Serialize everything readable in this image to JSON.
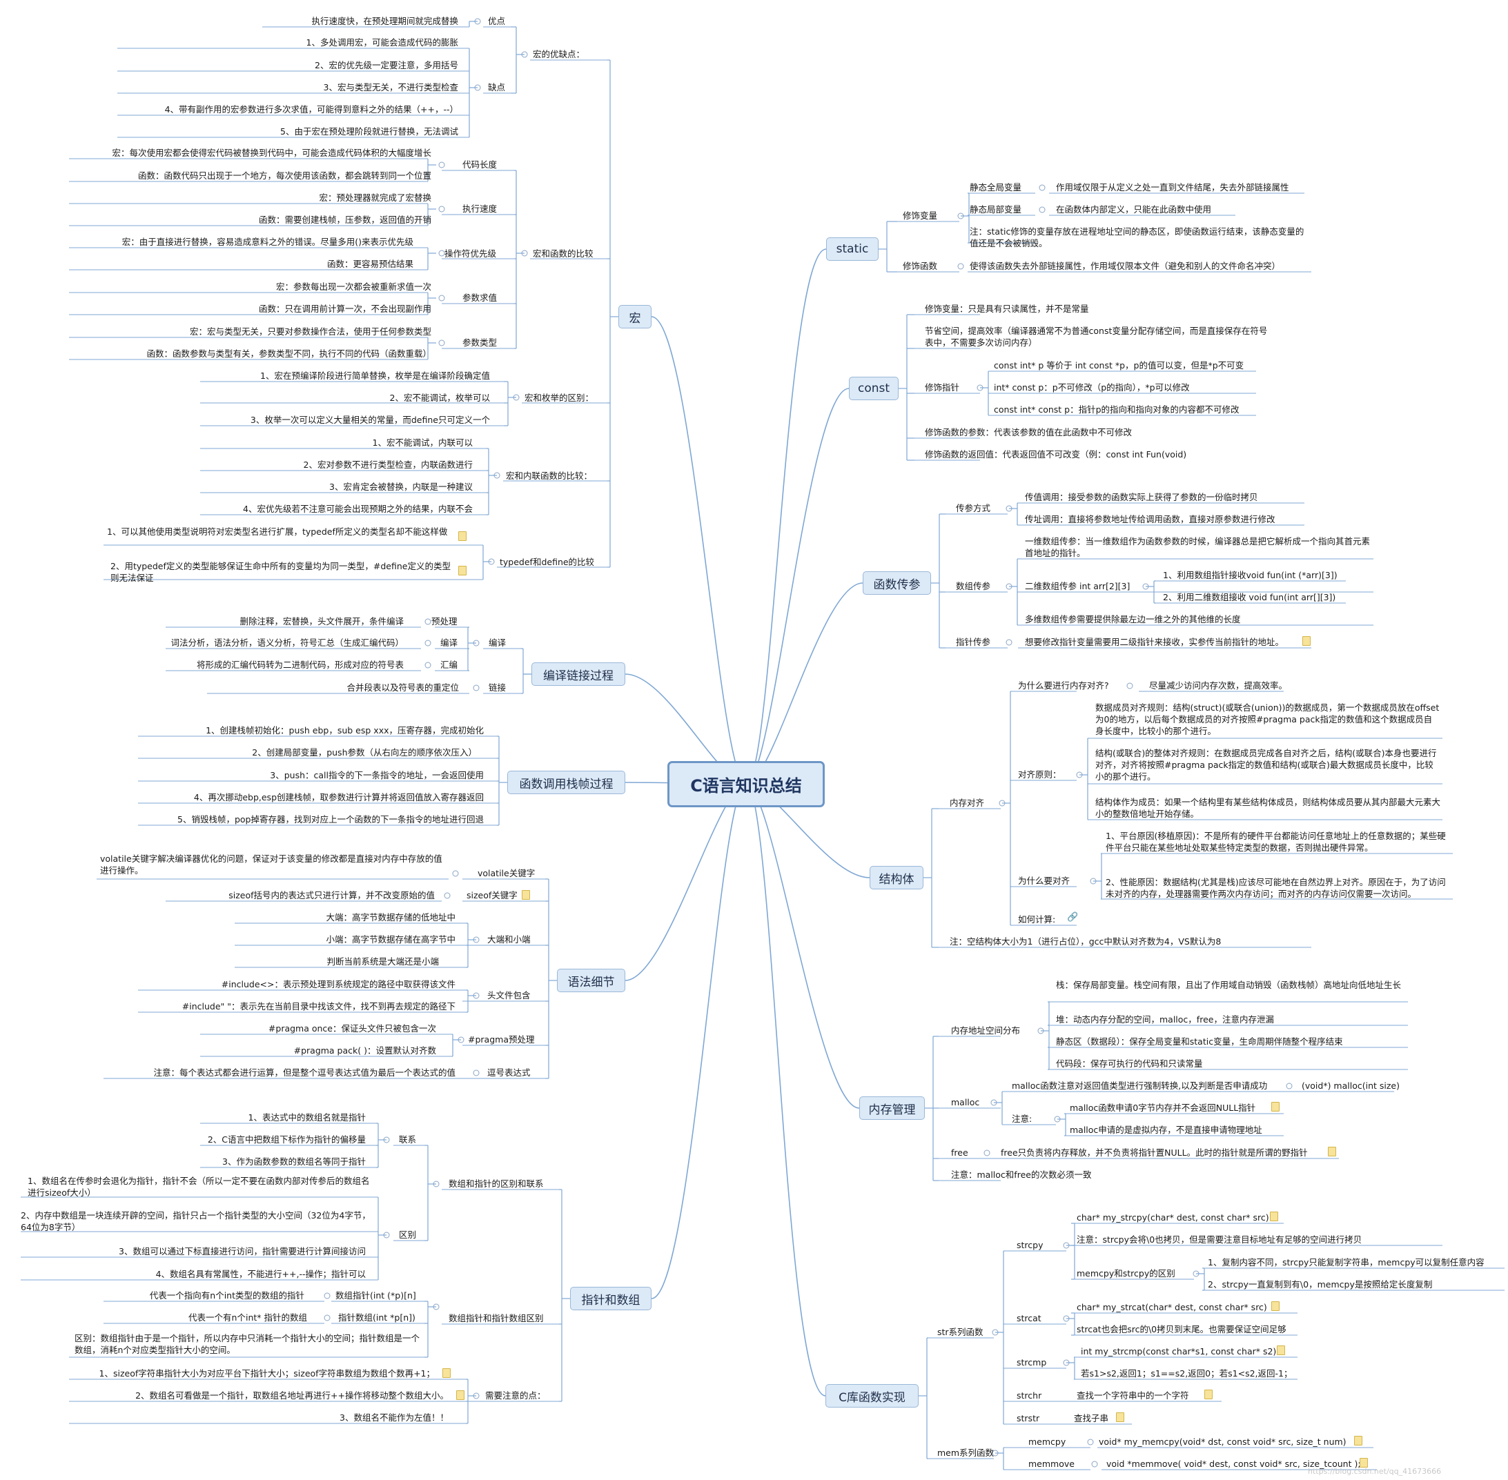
{
  "title": "C语言知识总结",
  "watermark": "https://blog.csdn.net/qq_41673666",
  "b_macro": "宏",
  "m1": "宏的优缺点：",
  "m1a": "优点",
  "m1a1": "执行速度快，在预处理期间就完成替换",
  "m1b": "缺点",
  "m1b1": "1、多处调用宏，可能会造成代码的膨胀",
  "m1b2": "2、宏的优先级一定要注意，多用括号",
  "m1b3": "3、宏与类型无关，不进行类型检查",
  "m1b4": "4、带有副作用的宏参数进行多次求值，可能得到意料之外的结果（++，--）",
  "m1b5": "5、由于宏在预处理阶段就进行替换，无法调试",
  "m2": "宏和函数的比较",
  "m2a": "代码长度",
  "m2a1": "宏：每次使用宏都会使得宏代码被替换到代码中，可能会造成代码体积的大幅度增长",
  "m2a2": "函数：函数代码只出现于一个地方，每次使用该函数，都会跳转到同一个位置",
  "m2b": "执行速度",
  "m2b1": "宏：预处理器就完成了宏替换",
  "m2b2": "函数：需要创建栈帧，压参数，返回值的开销",
  "m2c": "操作符优先级",
  "m2c1": "宏：由于直接进行替换，容易造成意料之外的错误。尽量多用()来表示优先级",
  "m2c2": "函数：更容易预估结果",
  "m2d": "参数求值",
  "m2d1": "宏：参数每出现一次都会被重新求值一次",
  "m2d2": "函数：只在调用前计算一次，不会出现副作用",
  "m2e": "参数类型",
  "m2e1": "宏：宏与类型无关，只要对参数操作合法，使用于任何参数类型",
  "m2e2": "函数：函数参数与类型有关，参数类型不同，执行不同的代码（函数重载）",
  "m3": "宏和枚举的区别：",
  "m3a": "1、宏在预编译阶段进行简单替换，枚举是在编译阶段确定值",
  "m3b": "2、宏不能调试，枚举可以",
  "m3c": "3、枚举一次可以定义大量相关的常量，而define只可定义一个",
  "m4": "宏和内联函数的比较：",
  "m4a": "1、宏不能调试，内联可以",
  "m4b": "2、宏对参数不进行类型检查，内联函数进行",
  "m4c": "3、宏肯定会被替换，内联是一种建议",
  "m4d": "4、宏优先级若不注意可能会出现预期之外的结果，内联不会",
  "m5": "typedef和define的比较",
  "m5a": "1、可以其他使用类型说明符对宏类型名进行扩展，typedef所定义的类型名却不能这样做",
  "m5b": "2、用typedef定义的类型能够保证生命中所有的变量均为同一类型，#define定义的类型则无法保证",
  "b_compile": "编译链接过程",
  "c1": "预处理",
  "c1a": "删除注释，宏替换，头文件展开，条件编译",
  "c2": "编译",
  "c2a": "词法分析，语法分析，语义分析，符号汇总（生成汇编代码）",
  "c3": "汇编",
  "c3a": "将形成的汇编代码转为二进制代码，形成对应的符号表",
  "c4": "链接",
  "c4a": "合并段表以及符号表的重定位",
  "b_stack": "函数调用栈帧过程",
  "s1": "1、创建栈帧初始化：push ebp，sub esp xxx，压寄存器，完成初始化",
  "s2": "2、创建局部变量，push参数（从右向左的顺序依次压入）",
  "s3": "3、push：call指令的下一条指令的地址，一会返回使用",
  "s4": "4、再次挪动ebp,esp创建栈帧，取参数进行计算并将返回值放入寄存器返回",
  "s5": "5、销毁栈帧，pop掉寄存器，找到对应上一个函数的下一条指令的地址进行回退",
  "b_syntax": "语法细节",
  "y1": "volatile关键字",
  "y1a": "volatile关键字解决编译器优化的问题，保证对于该变量的修改都是直接对内存中存放的值进行操作。",
  "y2": "sizeof关键字",
  "y2a": "sizeof括号内的表达式只进行计算，并不改变原始的值",
  "y3": "大端和小端",
  "y3a": "大端：高字节数据存储的低地址中",
  "y3b": "小端：高字节数据存储在高字节中",
  "y3c": "判断当前系统是大端还是小端",
  "y4": "头文件包含",
  "y4a": "#include<>：表示预处理到系统规定的路径中取获得该文件",
  "y4b": "#include\" \"：表示先在当前目录中找该文件，找不到再去规定的路径下",
  "y5": "#pragma预处理",
  "y5a": "#pragma once：保证头文件只被包含一次",
  "y5b": "#pragma pack( )：设置默认对齐数",
  "y6": "逗号表达式",
  "y6a": "注意：每个表达式都会进行运算，但是整个逗号表达式值为最后一个表达式的值",
  "b_pointer": "指针和数组",
  "p1": "数组和指针的区别和联系",
  "p1a": "联系",
  "p1a1": "1、表达式中的数组名就是指针",
  "p1a2": "2、C语言中把数组下标作为指针的偏移量",
  "p1a3": "3、作为函数参数的数组名等同于指针",
  "p1b": "区别",
  "p1b1": "1、数组名在传参时会退化为指针，指针不会（所以一定不要在函数内部对传参后的数组名进行sizeof大小）",
  "p1b2": "2、内存中数组是一块连续开辟的空间，指针只占一个指针类型的大小空间（32位为4字节，64位为8字节）",
  "p1b3": "3、数组可以通过下标直接进行访问，指针需要进行计算间接访问",
  "p1b4": "4、数组名具有常属性，不能进行++,--操作；指针可以",
  "p2": "数组指针和指针数组区别",
  "p2a": "数组指针(int (*p)[n]",
  "p2a1": "代表一个指向有n个int类型的数组的指针",
  "p2b": "指针数组(int *p[n])",
  "p2b1": "代表一个有n个int* 指针的数组",
  "p2c": "区别：数组指针由于是一个指针，所以内存中只消耗一个指针大小的空间；指针数组是一个数组，消耗n个对应类型指针大小的空间。",
  "p3": "需要注意的点：",
  "p3a": "1、sizeof字符串指针大小为对应平台下指针大小；sizeof字符串数组为数组个数再+1；",
  "p3b": "2、数组名可看做是一个指针，取数组名地址再进行++操作将移动整个数组大小。",
  "p3c": "3、数组名不能作为左值！！",
  "b_static": "static",
  "st1": "修饰变量",
  "st1a": "静态全局变量",
  "st1a1": "作用域仅限于从定义之处一直到文件结尾，失去外部链接属性",
  "st1b": "静态局部变量",
  "st1b1": "在函数体内部定义，只能在此函数中使用",
  "st1c": "注：static修饰的变量存放在进程地址空间的静态区，即使函数运行结束，该静态变量的值还是不会被销毁。",
  "st2": "修饰函数",
  "st2a": "使得该函数失去外部链接属性，作用域仅限本文件（避免和别人的文件命名冲突）",
  "b_const": "const",
  "co1": "修饰变量：只是具有只读属性，并不是常量",
  "co2": "节省空间，提高效率（编译器通常不为普通const变量分配存储空间，而是直接保存在符号表中，不需要多次访问内存）",
  "co3": "修饰指针",
  "co3a": "const int* p 等价于 int const *p，p的值可以变，但是*p不可变",
  "co3b": "int* const p：p不可修改（p的指向），*p可以修改",
  "co3c": "const int* const p：指针p的指向和指向对象的内容都不可修改",
  "co4": "修饰函数的参数：代表该参数的值在此函数中不可修改",
  "co5": "修饰函数的返回值：代表返回值不可改变（例：const int Fun(void)",
  "b_param": "函数传参",
  "f1": "传参方式",
  "f1a": "传值调用：接受参数的函数实际上获得了参数的一份临时拷贝",
  "f1b": "传址调用：直接将参数地址传给调用函数，直接对原参数进行修改",
  "f2": "数组传参",
  "f2a": "一维数组传参：当一维数组作为函数参数的时候，编译器总是把它解析成一个指向其首元素首地址的指针。",
  "f2b": "二维数组传参 int arr[2][3]",
  "f2b1": "1、利用数组指针接收void fun(int (*arr)[3])",
  "f2b2": "2、利用二维数组接收 void fun(int arr[][3])",
  "f2c": "多维数组传参需要提供除最左边一维之外的其他维的长度",
  "f3": "指针传参",
  "f3a": "想要修改指针变量需要用二级指针来接收，实参传当前指针的地址。",
  "b_struct": "结构体",
  "sa": "内存对齐",
  "sa1": "为什么要进行内存对齐?",
  "sa1a": "尽量减少访问内存次数，提高效率。",
  "sa2": "对齐原则：",
  "sa2a": "数据成员对齐规则：结构(struct)(或联合(union))的数据成员，第一个数据成员放在offset为0的地方，以后每个数据成员的对齐按照#pragma pack指定的数值和这个数据成员自身长度中，比较小的那个进行。",
  "sa2b": "结构(或联合)的整体对齐规则：在数据成员完成各自对齐之后，结构(或联合)本身也要进行对齐，对齐将按照#pragma pack指定的数值和结构(或联合)最大数据成员长度中，比较小的那个进行。",
  "sa2c": "结构体作为成员：如果一个结构里有某些结构体成员，则结构体成员要从其内部最大元素大小的整数倍地址开始存储。",
  "sa3": "为什么要对齐",
  "sa3a": "1、平台原因(移植原因)：不是所有的硬件平台都能访问任意地址上的任意数据的；某些硬件平台只能在某些地址处取某些特定类型的数据，否则抛出硬件异常。",
  "sa3b": "2、性能原因：数据结构(尤其是栈)应该尽可能地在自然边界上对齐。原因在于，为了访问未对齐的内存，处理器需要作两次内存访问；而对齐的内存访问仅需要一次访问。",
  "sa4": "如何计算:",
  "sb": "注：空结构体大小为1（进行占位），gcc中默认对齐数为4，VS默认为8",
  "b_memory": "内存管理",
  "me1": "内存地址空间分布",
  "me1a": "栈：保存局部变量。栈空间有限，且出了作用域自动销毁（函数栈帧）高地址向低地址生长",
  "me1b": "堆：动态内存分配的空间，malloc，free，注意内存泄漏",
  "me1c": "静态区（数据段）：保存全局变量和static变量，生命周期伴随整个程序结束",
  "me1d": "代码段：保存可执行的代码和只读常量",
  "me2": "malloc",
  "me2a": "malloc函数注意对返回值类型进行强制转换,以及判断是否申请成功",
  "me2a1": "(void*) malloc(int size)",
  "me2b": "注意:",
  "me2b1": "malloc函数申请0字节内存并不会返回NULL指针",
  "me2b2": "malloc申请的是虚拟内存，不是直接申请物理地址",
  "me3": "free",
  "me3a": "free只负责将内存释放，并不负责将指针置NULL。此时的指针就是所谓的野指针",
  "me4": "注意：malloc和free的次数必须一致",
  "b_lib": "C库函数实现",
  "l1": "str系列函数",
  "l1a": "strcpy",
  "l1a1": "char* my_strcpy(char* dest, const char* src)",
  "l1a2": "注意：strcpy会将\\0也拷贝，但是需要注意目标地址有足够的空间进行拷贝",
  "l1a3": "memcpy和strcpy的区别",
  "l1a3a": "1、复制内容不同，strcpy只能复制字符串，memcpy可以复制任意内容",
  "l1a3b": "2、strcpy一直复制到有\\0，memcpy是按照给定长度复制",
  "l1b": "strcat",
  "l1b1": "char* my_strcat(char* dest, const char* src)",
  "l1b2": "strcat也会把src的\\0拷贝到末尾。也需要保证空间足够",
  "l1c": "strcmp",
  "l1c1": "int my_strcmp(const char*s1, const char* s2)",
  "l1c2": "若s1>s2,返回1；s1==s2,返回0；若s1<s2,返回-1；",
  "l1d": "strchr",
  "l1d1": "查找一个字符串中的一个字符",
  "l1e": "strstr",
  "l1e1": "查找子串",
  "l2": "mem系列函数",
  "l2a": "memcpy",
  "l2a1": "void* my_memcpy(void* dst, const void* src, size_t num)",
  "l2b": "memmove",
  "l2b1": "void *memmove( void* dest, const void* src, size_tcount );"
}
